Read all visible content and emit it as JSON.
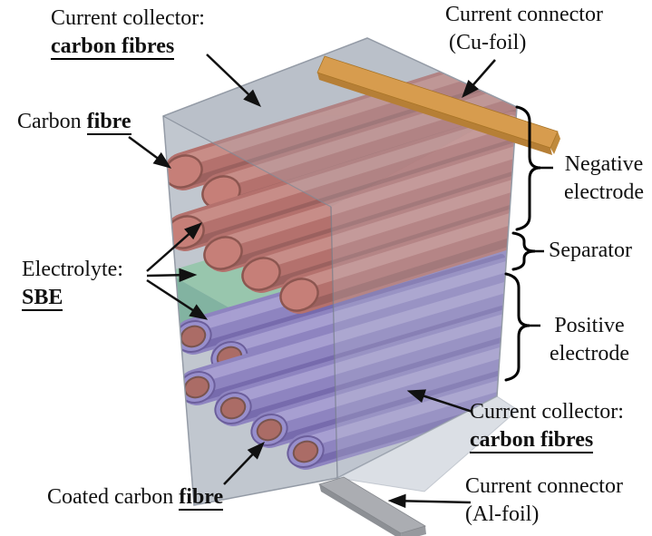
{
  "diagram": {
    "title": "structural-battery-schematic",
    "labels": {
      "collector_top": {
        "line1": "Current collector:",
        "line2": "carbon fibres"
      },
      "connector_top": {
        "line1": "Current connector",
        "line2": "(Cu-foil)"
      },
      "carbon_fibre": {
        "prefix": "Carbon ",
        "emphasis": "fibre"
      },
      "negative_electrode": {
        "line1": "Negative",
        "line2": "electrode"
      },
      "separator": {
        "text": "Separator"
      },
      "positive_electrode": {
        "line1": "Positive",
        "line2": "electrode"
      },
      "electrolyte": {
        "line1": "Electrolyte:",
        "line2": "SBE"
      },
      "coated_fibre": {
        "prefix": "Coated carbon ",
        "emphasis": "fibre"
      },
      "collector_bottom": {
        "line1": "Current collector:",
        "line2": "carbon fibres"
      },
      "connector_bottom": {
        "line1": "Current connector",
        "line2": "(Al-foil)"
      }
    },
    "colors": {
      "fibre_red": "#b25a53",
      "coating_purple": "#8273bd",
      "separator_green_top": "#8ac69e",
      "separator_green_front": "#6fae91",
      "casing_gray": "#c3c8d0",
      "cu_foil": "#d79c4e",
      "cu_foil_edge": "#b67f36",
      "al_foil": "#abadb2",
      "al_foil_edge": "#8d9095",
      "arrow_black": "#111111"
    }
  }
}
